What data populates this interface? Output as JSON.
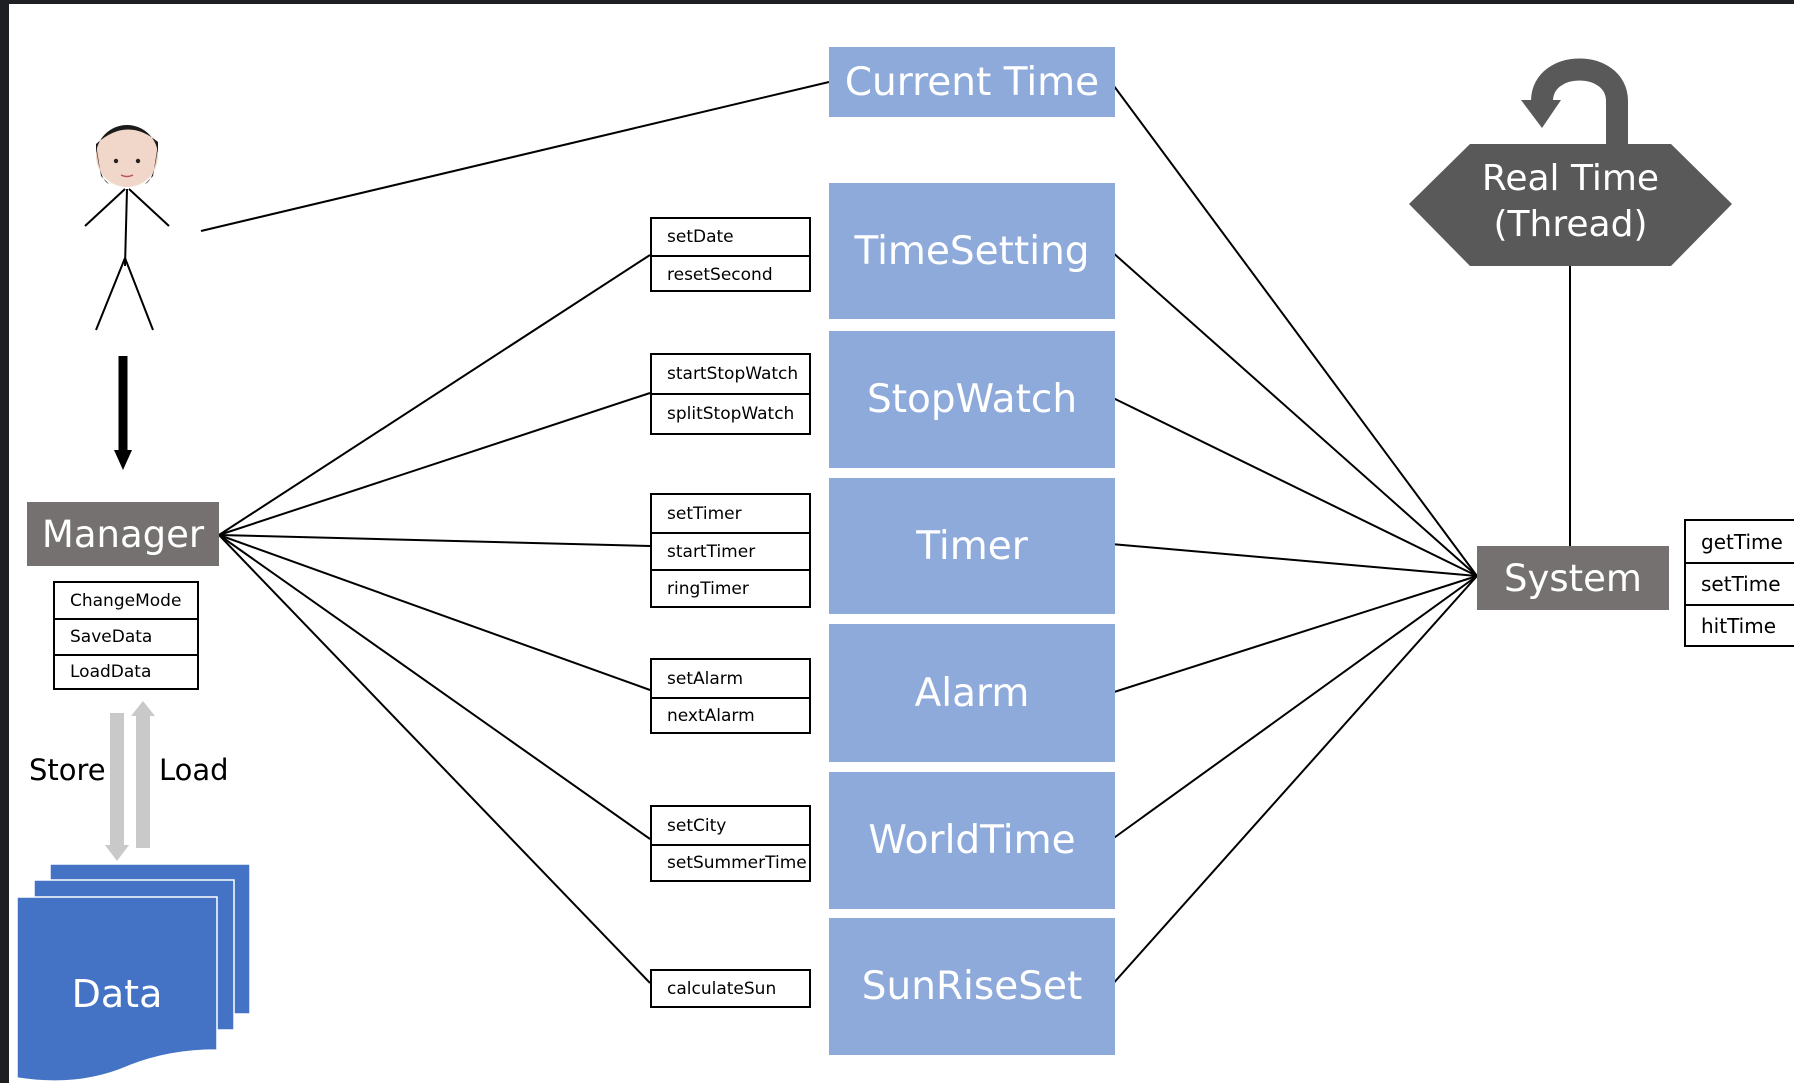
{
  "modules": [
    {
      "id": "current-time",
      "label": "Current Time"
    },
    {
      "id": "time-setting",
      "label": "TimeSetting"
    },
    {
      "id": "stop-watch",
      "label": "StopWatch"
    },
    {
      "id": "timer",
      "label": "Timer"
    },
    {
      "id": "alarm",
      "label": "Alarm"
    },
    {
      "id": "world-time",
      "label": "WorldTime"
    },
    {
      "id": "sunriseset",
      "label": "SunRiseSet"
    }
  ],
  "method_groups": [
    {
      "module": "time-setting",
      "methods": [
        "setDate",
        "resetSecond"
      ]
    },
    {
      "module": "stop-watch",
      "methods": [
        "startStopWatch",
        "splitStopWatch"
      ]
    },
    {
      "module": "timer",
      "methods": [
        "setTimer",
        "startTimer",
        "ringTimer"
      ]
    },
    {
      "module": "alarm",
      "methods": [
        "setAlarm",
        "nextAlarm"
      ]
    },
    {
      "module": "world-time",
      "methods": [
        "setCity",
        "setSummerTime"
      ]
    },
    {
      "module": "sunriseset",
      "methods": [
        "calculateSun"
      ]
    }
  ],
  "manager": {
    "label": "Manager",
    "methods": [
      "ChangeMode",
      "SaveData",
      "LoadData"
    ]
  },
  "system": {
    "label": "System",
    "methods": [
      "getTime",
      "setTime",
      "hitTime"
    ]
  },
  "real_time": {
    "line1": "Real Time",
    "line2": "(Thread)"
  },
  "data_store": {
    "label": "Data",
    "store_label": "Store",
    "load_label": "Load"
  },
  "colors": {
    "module_fill": "#8eaadb",
    "dark_fill": "#767171",
    "thread_fill": "#595959",
    "data_fill": "#4472c4",
    "arrow_gray": "#c9c9c9"
  }
}
